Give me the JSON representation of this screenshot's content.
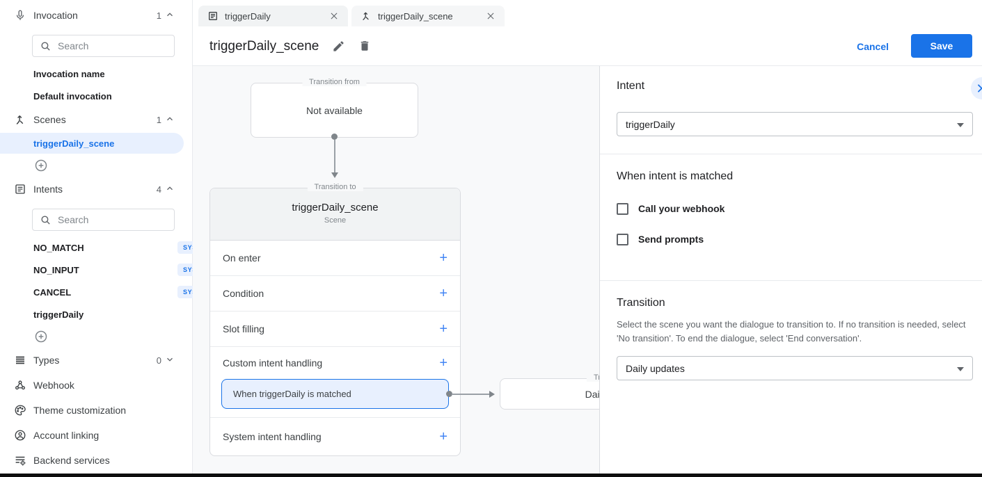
{
  "sidebar": {
    "sections": {
      "invocation": {
        "label": "Invocation",
        "count": "1",
        "search_placeholder": "Search",
        "items": [
          "Invocation name",
          "Default invocation"
        ]
      },
      "scenes": {
        "label": "Scenes",
        "count": "1",
        "items": [
          "triggerDaily_scene"
        ]
      },
      "intents": {
        "label": "Intents",
        "count": "4",
        "search_placeholder": "Search",
        "items": [
          {
            "label": "NO_MATCH",
            "badge": "SYSTEM"
          },
          {
            "label": "NO_INPUT",
            "badge": "SYSTEM"
          },
          {
            "label": "CANCEL",
            "badge": "SYSTEM"
          },
          {
            "label": "triggerDaily",
            "badge": ""
          }
        ]
      },
      "types": {
        "label": "Types",
        "count": "0"
      }
    },
    "links": [
      "Webhook",
      "Theme customization",
      "Account linking",
      "Backend services"
    ]
  },
  "tabs": [
    {
      "label": "triggerDaily"
    },
    {
      "label": "triggerDaily_scene"
    }
  ],
  "header": {
    "title": "triggerDaily_scene",
    "cancel": "Cancel",
    "save": "Save"
  },
  "canvas": {
    "from_node": {
      "legend": "Transition from",
      "text": "Not available"
    },
    "scene_node": {
      "legend": "Transition to",
      "title": "triggerDaily_scene",
      "subtitle": "Scene",
      "rows": [
        "On enter",
        "Condition",
        "Slot filling",
        "Custom intent handling"
      ],
      "handler": "When triggerDaily is matched",
      "last_row": "System intent handling",
      "add_symbol": "+"
    },
    "next_node": {
      "legend": "Transition to",
      "text": "Daily updates"
    }
  },
  "panel": {
    "intent": {
      "heading": "Intent",
      "value": "triggerDaily"
    },
    "matched": {
      "heading": "When intent is matched",
      "options": [
        {
          "label": "Call your webhook",
          "checked": false
        },
        {
          "label": "Send prompts",
          "checked": false
        }
      ]
    },
    "transition": {
      "heading": "Transition",
      "description": "Select the scene you want the dialogue to transition to. If no transition is needed, select 'No transition'. To end the dialogue, select 'End conversation'.",
      "value": "Daily updates"
    }
  },
  "colors": {
    "accent": "#1a73e8",
    "selection_bg": "#e8f0fe",
    "badge_bg": "#e8f0fe"
  }
}
